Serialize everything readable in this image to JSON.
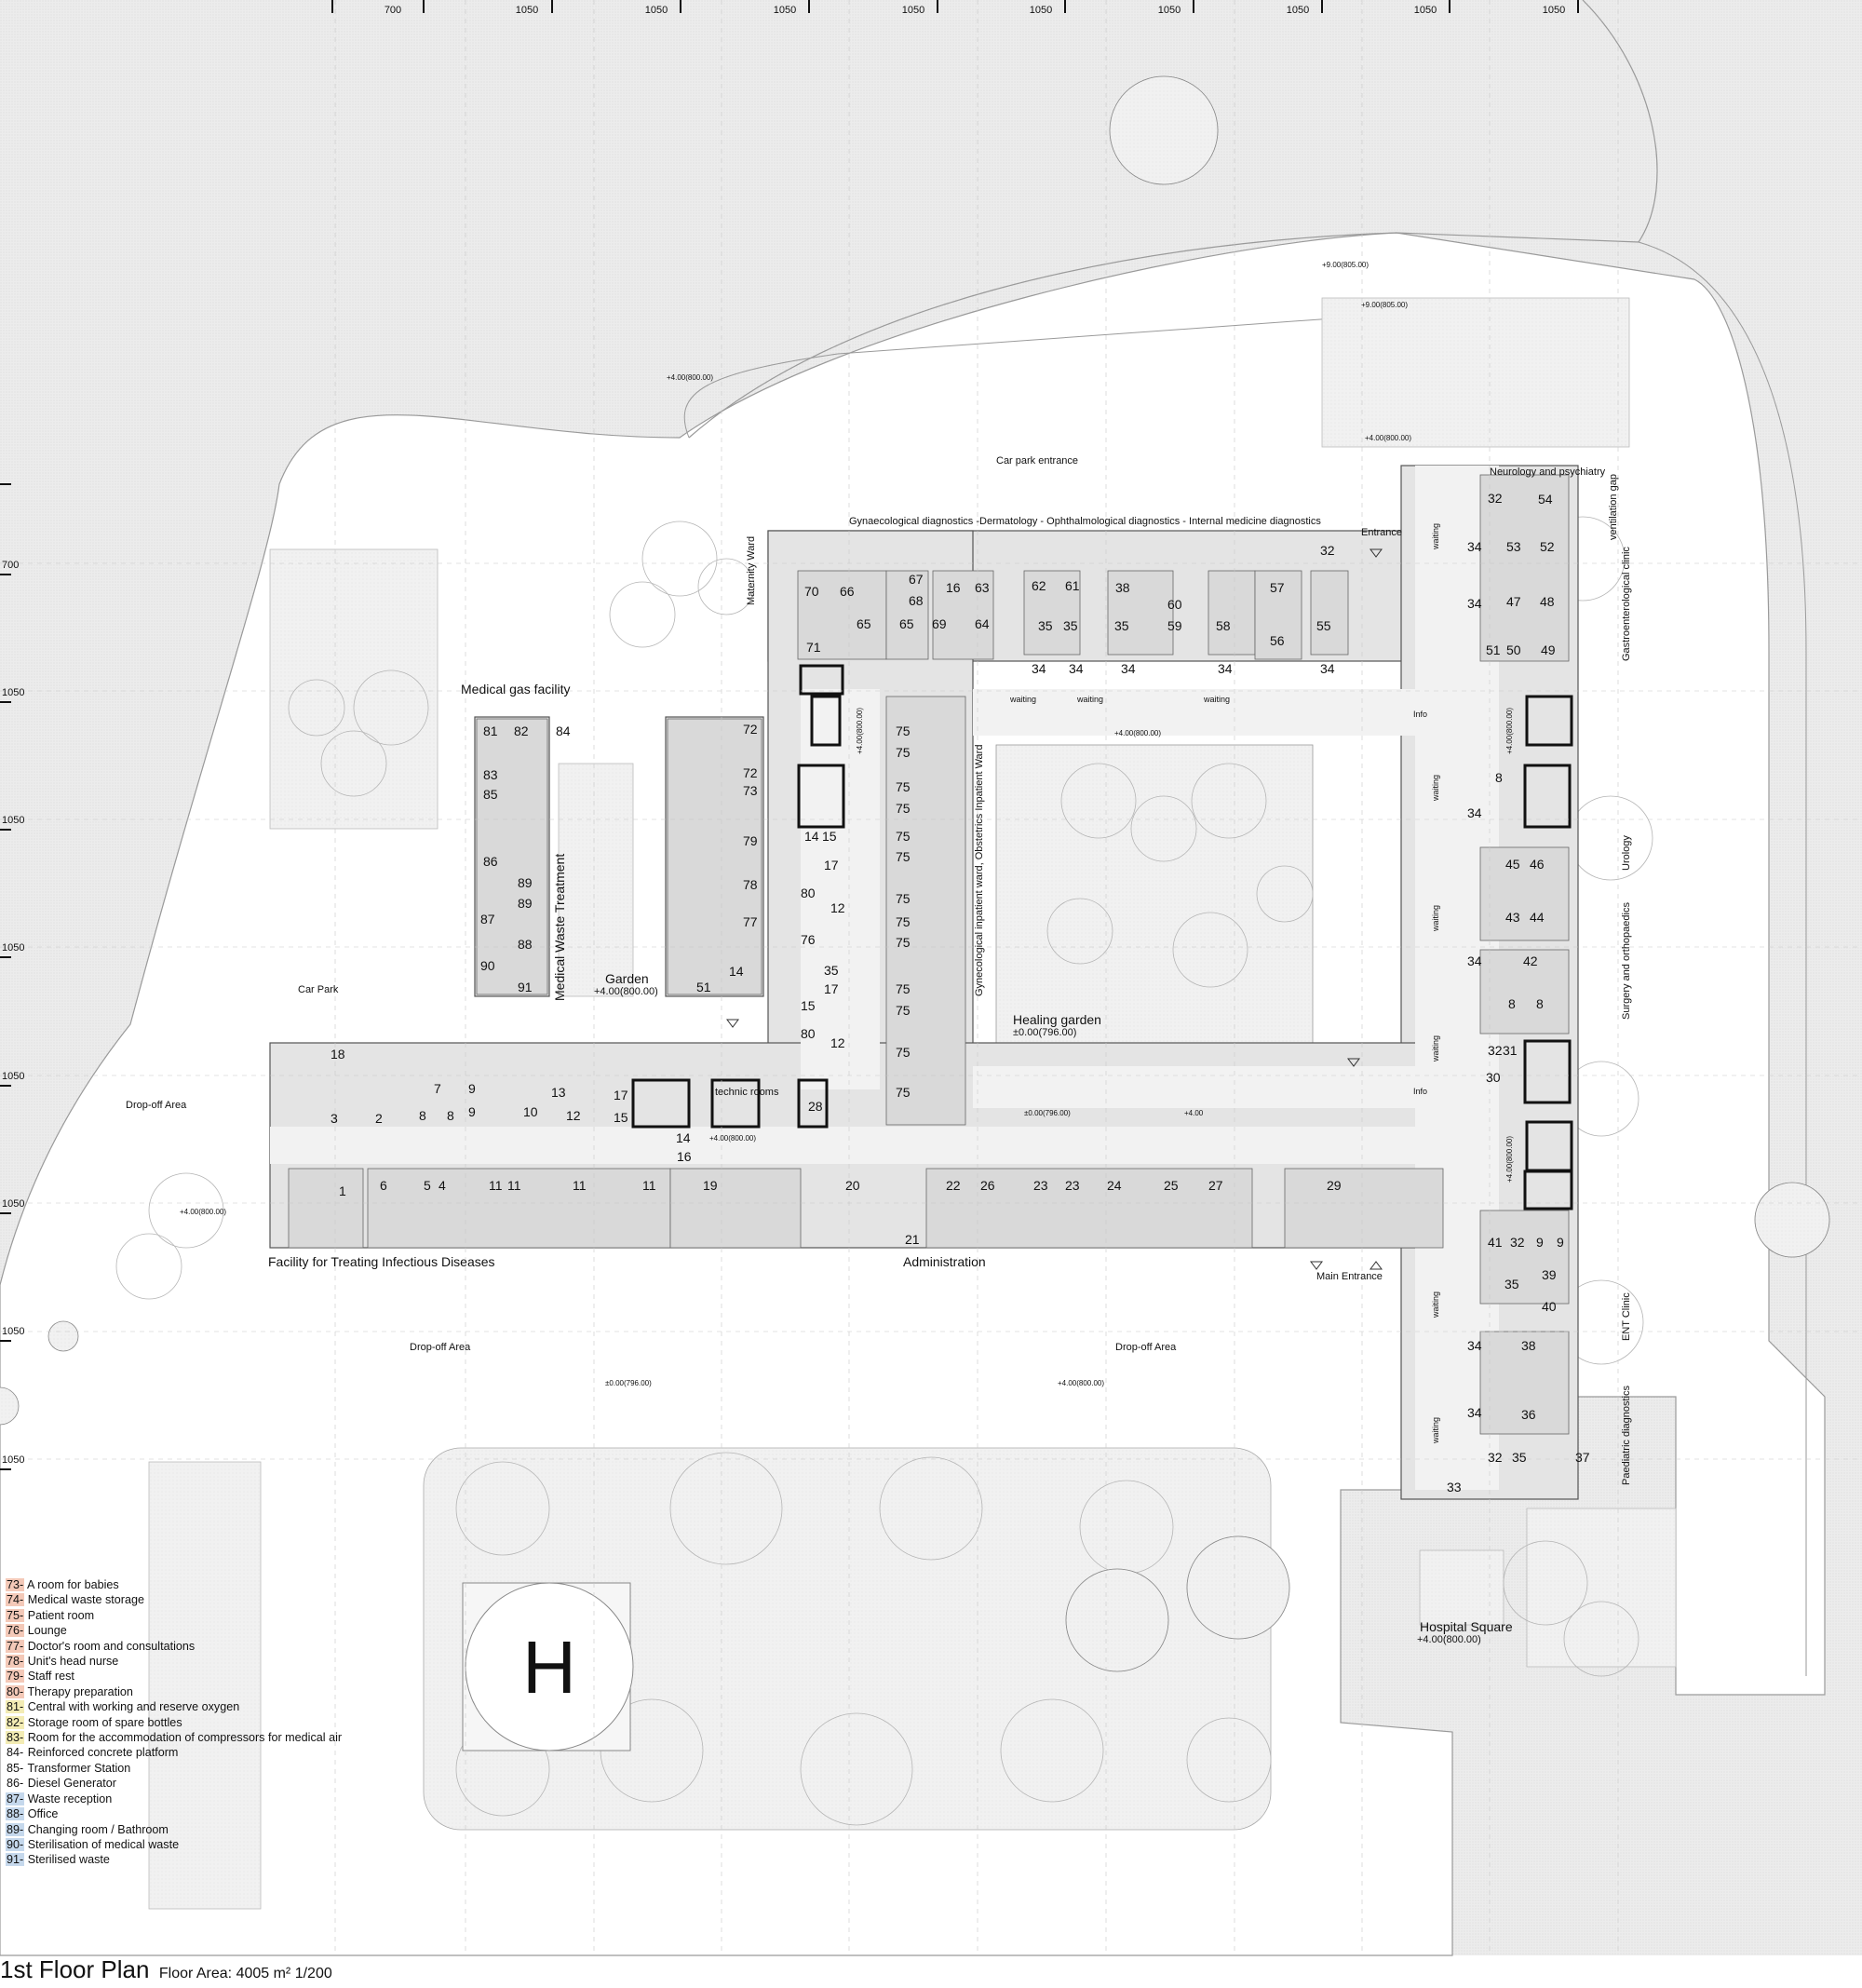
{
  "top_dims": [
    "700",
    "1050",
    "1050",
    "1050",
    "1050",
    "1050",
    "1050",
    "1050",
    "1050",
    "1050"
  ],
  "left_dims": [
    "700",
    "1050",
    "1050",
    "1050",
    "1050",
    "1050",
    "1050",
    "1050"
  ],
  "departments": {
    "top_row": "Gynaecological diagnostics -Dermatology - Ophthalmological diagnostics - Internal medicine diagnostics",
    "neurology": "Neurology and psychiatry",
    "maternity": "Maternity Ward",
    "inpatient": "Gynecological inpatient ward, Obstetrics Inpatient Ward",
    "medical_gas": "Medical gas facility",
    "medical_waste": "Medical Waste Treatment",
    "garden": "Garden",
    "healing_garden": "Healing garden",
    "infectious": "Facility for Treating Infectious Diseases",
    "administration": "Administration",
    "hospital_square": "Hospital Square",
    "car_park": "Car Park",
    "car_park_entrance": "Car park entrance",
    "entrance": "Entrance",
    "main_entrance": "Main Entrance",
    "drop_off": "Drop-off Area",
    "ventilation": "ventilation gap",
    "gastro": "Gastroenterological clinic",
    "urology": "Urology",
    "surgery": "Surgery and orthopaedics",
    "ent": "ENT Clinic",
    "paediatric": "Paediatric diagnostics",
    "technic": "technic rooms",
    "waiting": "waiting",
    "info": "Info",
    "heli": "H"
  },
  "levels": {
    "l900": "+9.00(805.00)",
    "l400": "+4.00(800.00)",
    "l000": "±0.00(796.00)",
    "l000b": "±0.00(796.00)",
    "garden_level": "+4.00(800.00)",
    "healing_level": "±0.00(796.00)",
    "square_level": "+4.00(800.00)",
    "ramp": "+4.00",
    "l400c": "+4.00(800.00)"
  },
  "legend": [
    {
      "num": "73-",
      "text": "A room for babies",
      "color": "#f4c9b8"
    },
    {
      "num": "74-",
      "text": "Medical waste storage",
      "color": "#f4c9b8"
    },
    {
      "num": "75-",
      "text": "Patient room",
      "color": "#f4c9b8"
    },
    {
      "num": "76-",
      "text": "Lounge",
      "color": "#f4c9b8"
    },
    {
      "num": "77-",
      "text": "Doctor's room and consultations",
      "color": "#f4c9b8"
    },
    {
      "num": "78-",
      "text": "Unit's head nurse",
      "color": "#f4c9b8"
    },
    {
      "num": "79-",
      "text": "Staff rest",
      "color": "#f4c9b8"
    },
    {
      "num": "80-",
      "text": "Therapy preparation",
      "color": "#f4c9b8"
    },
    {
      "num": "81-",
      "text": "Central with working and reserve oxygen",
      "color": "#f3ecb4"
    },
    {
      "num": "82-",
      "text": "Storage room of spare bottles",
      "color": "#f3ecb4"
    },
    {
      "num": "83-",
      "text": "Room for the accommodation of compressors for medical air",
      "color": "#f3ecb4"
    },
    {
      "num": "84-",
      "text": "Reinforced concrete platform",
      "color": "#ffffff"
    },
    {
      "num": "85-",
      "text": "Transformer Station",
      "color": "#ffffff"
    },
    {
      "num": "86-",
      "text": "Diesel Generator",
      "color": "#ffffff"
    },
    {
      "num": "87-",
      "text": "Waste reception",
      "color": "#c5d8ec"
    },
    {
      "num": "88-",
      "text": "Office",
      "color": "#c5d8ec"
    },
    {
      "num": "89-",
      "text": "Changing room / Bathroom",
      "color": "#c5d8ec"
    },
    {
      "num": "90-",
      "text": "Sterilisation of medical waste",
      "color": "#c5d8ec"
    },
    {
      "num": "91-",
      "text": "Sterilised waste",
      "color": "#c5d8ec"
    }
  ],
  "title": {
    "main": "1st Floor Plan",
    "sub": "Floor Area: 4005 m²  1/200"
  },
  "rooms": {
    "r1": "1",
    "r2": "2",
    "r3": "3",
    "r4": "4",
    "r5": "5",
    "r6": "6",
    "r7": "7",
    "r8a": "8",
    "r8b": "8",
    "r9a": "9",
    "r9b": "9",
    "r10": "10",
    "r11a": "11",
    "r11b": "11",
    "r11c": "11",
    "r11d": "11",
    "r12a": "12",
    "r13": "13",
    "r14a": "14",
    "r15a": "15",
    "r16a": "16",
    "r17a": "17",
    "r18": "18",
    "r19": "19",
    "r20": "20",
    "r21": "21",
    "r22": "22",
    "r23a": "23",
    "r23b": "23",
    "r24": "24",
    "r25": "25",
    "r26": "26",
    "r27": "27",
    "r28": "28",
    "r29": "29",
    "s70": "70",
    "s66": "66",
    "s67": "67",
    "s68": "68",
    "s16": "16",
    "s63": "63",
    "s62": "62",
    "s61": "61",
    "s38": "38",
    "s60": "60",
    "s57": "57",
    "s65a": "65",
    "s65b": "65",
    "s69": "69",
    "s64": "64",
    "s35a": "35",
    "s35b": "35",
    "s35c": "35",
    "s59": "59",
    "s58": "58",
    "s56": "56",
    "s55": "55",
    "s32a": "32",
    "s71": "71",
    "s34a": "34",
    "s34b": "34",
    "s34c": "34",
    "s34d": "34",
    "s34e": "34",
    "w72a": "72",
    "w72b": "72",
    "w73": "73",
    "w79": "79",
    "w78": "78",
    "w77": "77",
    "w51": "51",
    "w14": "14",
    "g81": "81",
    "g82": "82",
    "g84": "84",
    "g83": "83",
    "g85": "85",
    "g86": "86",
    "g89a": "89",
    "g89b": "89",
    "g87": "87",
    "g88": "88",
    "g90": "90",
    "g91": "91",
    "m14": "14",
    "m15": "15",
    "m17a": "17",
    "m80a": "80",
    "m12a": "12",
    "m76": "76",
    "m35": "35",
    "m17b": "17",
    "m15b": "15",
    "m80b": "80",
    "m12b": "12",
    "p75_1": "75",
    "p75_2": "75",
    "p75_3": "75",
    "p75_4": "75",
    "p75_5": "75",
    "p75_6": "75",
    "p75_7": "75",
    "p75_8": "75",
    "p75_9": "75",
    "p75_10": "75",
    "p75_11": "75",
    "p75_12": "75",
    "p75_13": "75",
    "e32": "32",
    "e54": "54",
    "e53": "53",
    "e52": "52",
    "e34a": "34",
    "e34b": "34",
    "e47": "47",
    "e48": "48",
    "e51": "51",
    "e50": "50",
    "e49": "49",
    "e8": "8",
    "e34c": "34",
    "e45": "45",
    "e46": "46",
    "e43": "43",
    "e44": "44",
    "e34d": "34",
    "e42": "42",
    "e8b": "8",
    "e8c": "8",
    "e32b": "32",
    "e31": "31",
    "e30": "30",
    "e41": "41",
    "e32c": "32",
    "e9a": "9",
    "e9b": "9",
    "e35": "35",
    "e39": "39",
    "e40": "40",
    "e34e": "34",
    "e38": "38",
    "e34f": "34",
    "e36": "36",
    "e32d": "32",
    "e35b": "35",
    "e37": "37",
    "e33": "33"
  }
}
